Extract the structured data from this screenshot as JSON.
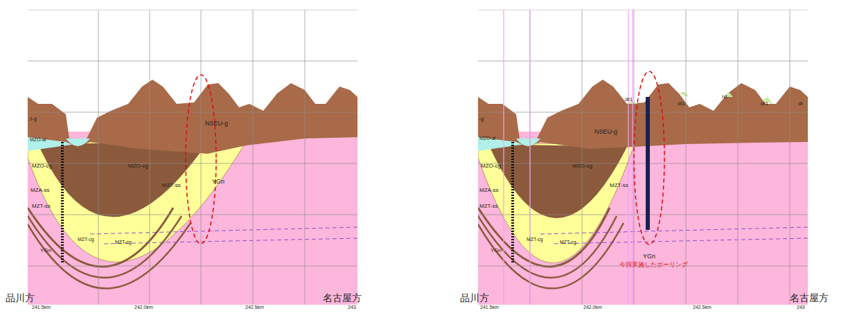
{
  "diagram": {
    "labels": [
      "J-g",
      "MZO-al",
      "MZO-cg",
      "MZO-cg",
      "MZA-ss",
      "MZT-ss",
      "MZT-ss",
      "NSEU-g",
      "YGn",
      "MZT-cg",
      "MZT-cg",
      "YGn",
      "品川方",
      "名古屋方",
      "241.5km",
      "242.0km",
      "242.5km",
      "243.",
      "-g",
      "MZO-al",
      "MZO-cg",
      "MZO-cg",
      "MZA-ss",
      "MZT-ss",
      "MZT-ss",
      "NSEU-g",
      "dt1",
      "dt1",
      "rd",
      "dt1",
      "dt",
      "MZT-cg",
      "MZT-cg",
      "YGn",
      "YGn",
      "今回実施したボーリング",
      "品川方",
      "名古屋方",
      "241.5km",
      "242.0km",
      "242.5km",
      "243"
    ]
  }
}
